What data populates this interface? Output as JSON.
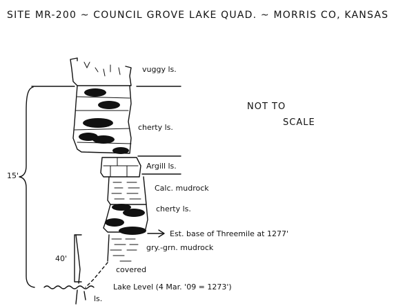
{
  "title": "SITE MR-200 ~ COUNCIL GROVE LAKE QUAD. ~ MORRIS CO, KANSAS",
  "note": {
    "line1": "NOT TO",
    "line2": "SCALE"
  },
  "units": [
    {
      "id": "vuggy",
      "label": "vuggy ls."
    },
    {
      "id": "cherty-upper",
      "label": "cherty ls."
    },
    {
      "id": "argill",
      "label": "Argill ls."
    },
    {
      "id": "calc-mudrock",
      "label": "Calc. mudrock"
    },
    {
      "id": "cherty-lower",
      "label": "cherty ls."
    },
    {
      "id": "gry-grn-mudrock",
      "label": "gry.-grn. mudrock"
    },
    {
      "id": "covered",
      "label": "covered"
    },
    {
      "id": "ls-bottom",
      "label": "ls."
    }
  ],
  "annotations": {
    "base_threemile": "Est. base of Threemile at 1277'",
    "lake_level": "Lake Level (4 Mar. '09 = 1273')"
  },
  "thickness_labels": {
    "upper": "15'",
    "lower": "40'"
  }
}
